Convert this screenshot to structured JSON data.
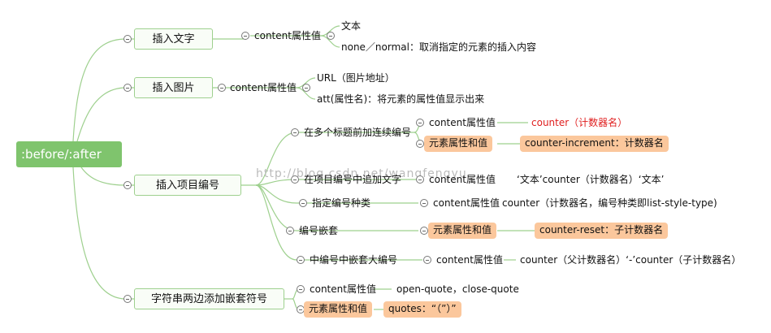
{
  "root": {
    "label": ":before/:after"
  },
  "watermark": "http://blog.csdn.net/wangfengyu",
  "branches": {
    "text": {
      "label": "插入文字",
      "prop": "content属性值",
      "values": [
        "文本",
        "none／normal：取消指定的元素的插入内容"
      ]
    },
    "image": {
      "label": "插入图片",
      "prop": "content属性值",
      "values": [
        "URL（图片地址）",
        "att(属性名)：将元素的属性值显示出来"
      ]
    },
    "number": {
      "label": "插入项目编号",
      "items": [
        {
          "label": "在多个标题前加连续编号",
          "prop": "content属性值",
          "value": "counter（计数器名）",
          "prop2": "元素属性和值",
          "value2": "counter-increment：计数器名"
        },
        {
          "label": "在项目编号中追加文字",
          "prop": "content属性值",
          "value": "‘文本’counter（计数器名）‘文本’"
        },
        {
          "label": "指定编号种类",
          "prop": "content属性值",
          "value": "counter（计数器名，编号种类即list-style-type)"
        },
        {
          "label": "编号嵌套",
          "prop": "元素属性和值",
          "value": "counter-reset：子计数器名"
        },
        {
          "label": "中编号中嵌套大编号",
          "prop": "content属性值",
          "value": "counter（父计数器名）‘-’counter（子计数器名）"
        }
      ]
    },
    "quote": {
      "label": "字符串两边添加嵌套符号",
      "prop": "content属性值",
      "value": "open-quote，close-quote",
      "prop2": "元素属性和值",
      "value2": "quotes：“（”）”"
    }
  },
  "colors": {
    "root": "#7fc46d",
    "line": "#9ed08e",
    "highlight": "#fbc79c",
    "red_text": "#e02020"
  }
}
